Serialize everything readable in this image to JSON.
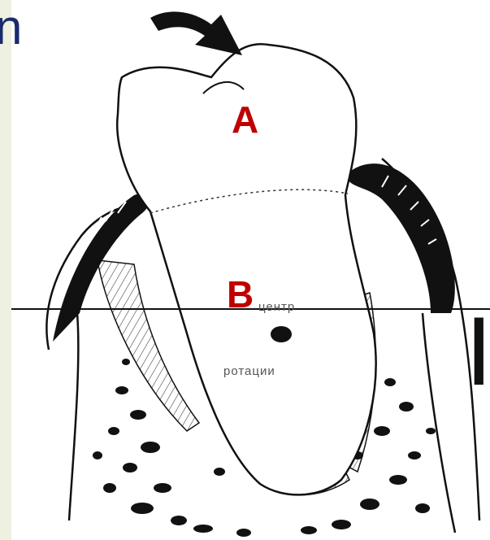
{
  "labels": {
    "a": "A",
    "b": "B",
    "center_text_top": "центр",
    "center_text_bottom": "ротации"
  },
  "fragments": {
    "title_edge": "n",
    "right_edge": "I"
  },
  "colors": {
    "label": "#c00000",
    "title": "#1a2a6c",
    "background": "#e9ecd9"
  }
}
